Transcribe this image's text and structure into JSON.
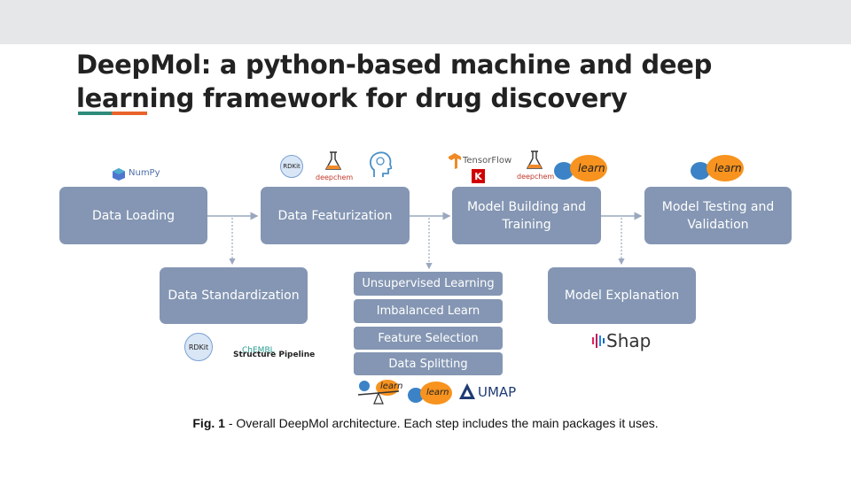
{
  "slide": {
    "title": "DeepMol: a python-based machine and deep learning framework for drug discovery"
  },
  "diagram": {
    "steps": {
      "data_loading": "Data Loading",
      "data_featurization": "Data Featurization",
      "model_building": "Model Building and Training",
      "model_testing": "Model Testing and Validation",
      "data_standardization": "Data Standardization",
      "model_explanation": "Model Explanation"
    },
    "sub_steps": [
      "Unsupervised Learning",
      "Imbalanced Learn",
      "Feature Selection",
      "Data Splitting"
    ],
    "logos": {
      "numpy": "NumPy",
      "tensorflow": "TensorFlow",
      "keras": "K",
      "deepchem": "deepchem",
      "rdkit": "RDKit",
      "sklearn": "learn",
      "shap": "Shap",
      "chembl": "ChEMBL",
      "structure_pipeline": "Structure Pipeline",
      "umap": "UMAP"
    }
  },
  "caption": {
    "label": "Fig. 1",
    "text": " - Overall DeepMol architecture. Each step includes the main packages it uses."
  }
}
